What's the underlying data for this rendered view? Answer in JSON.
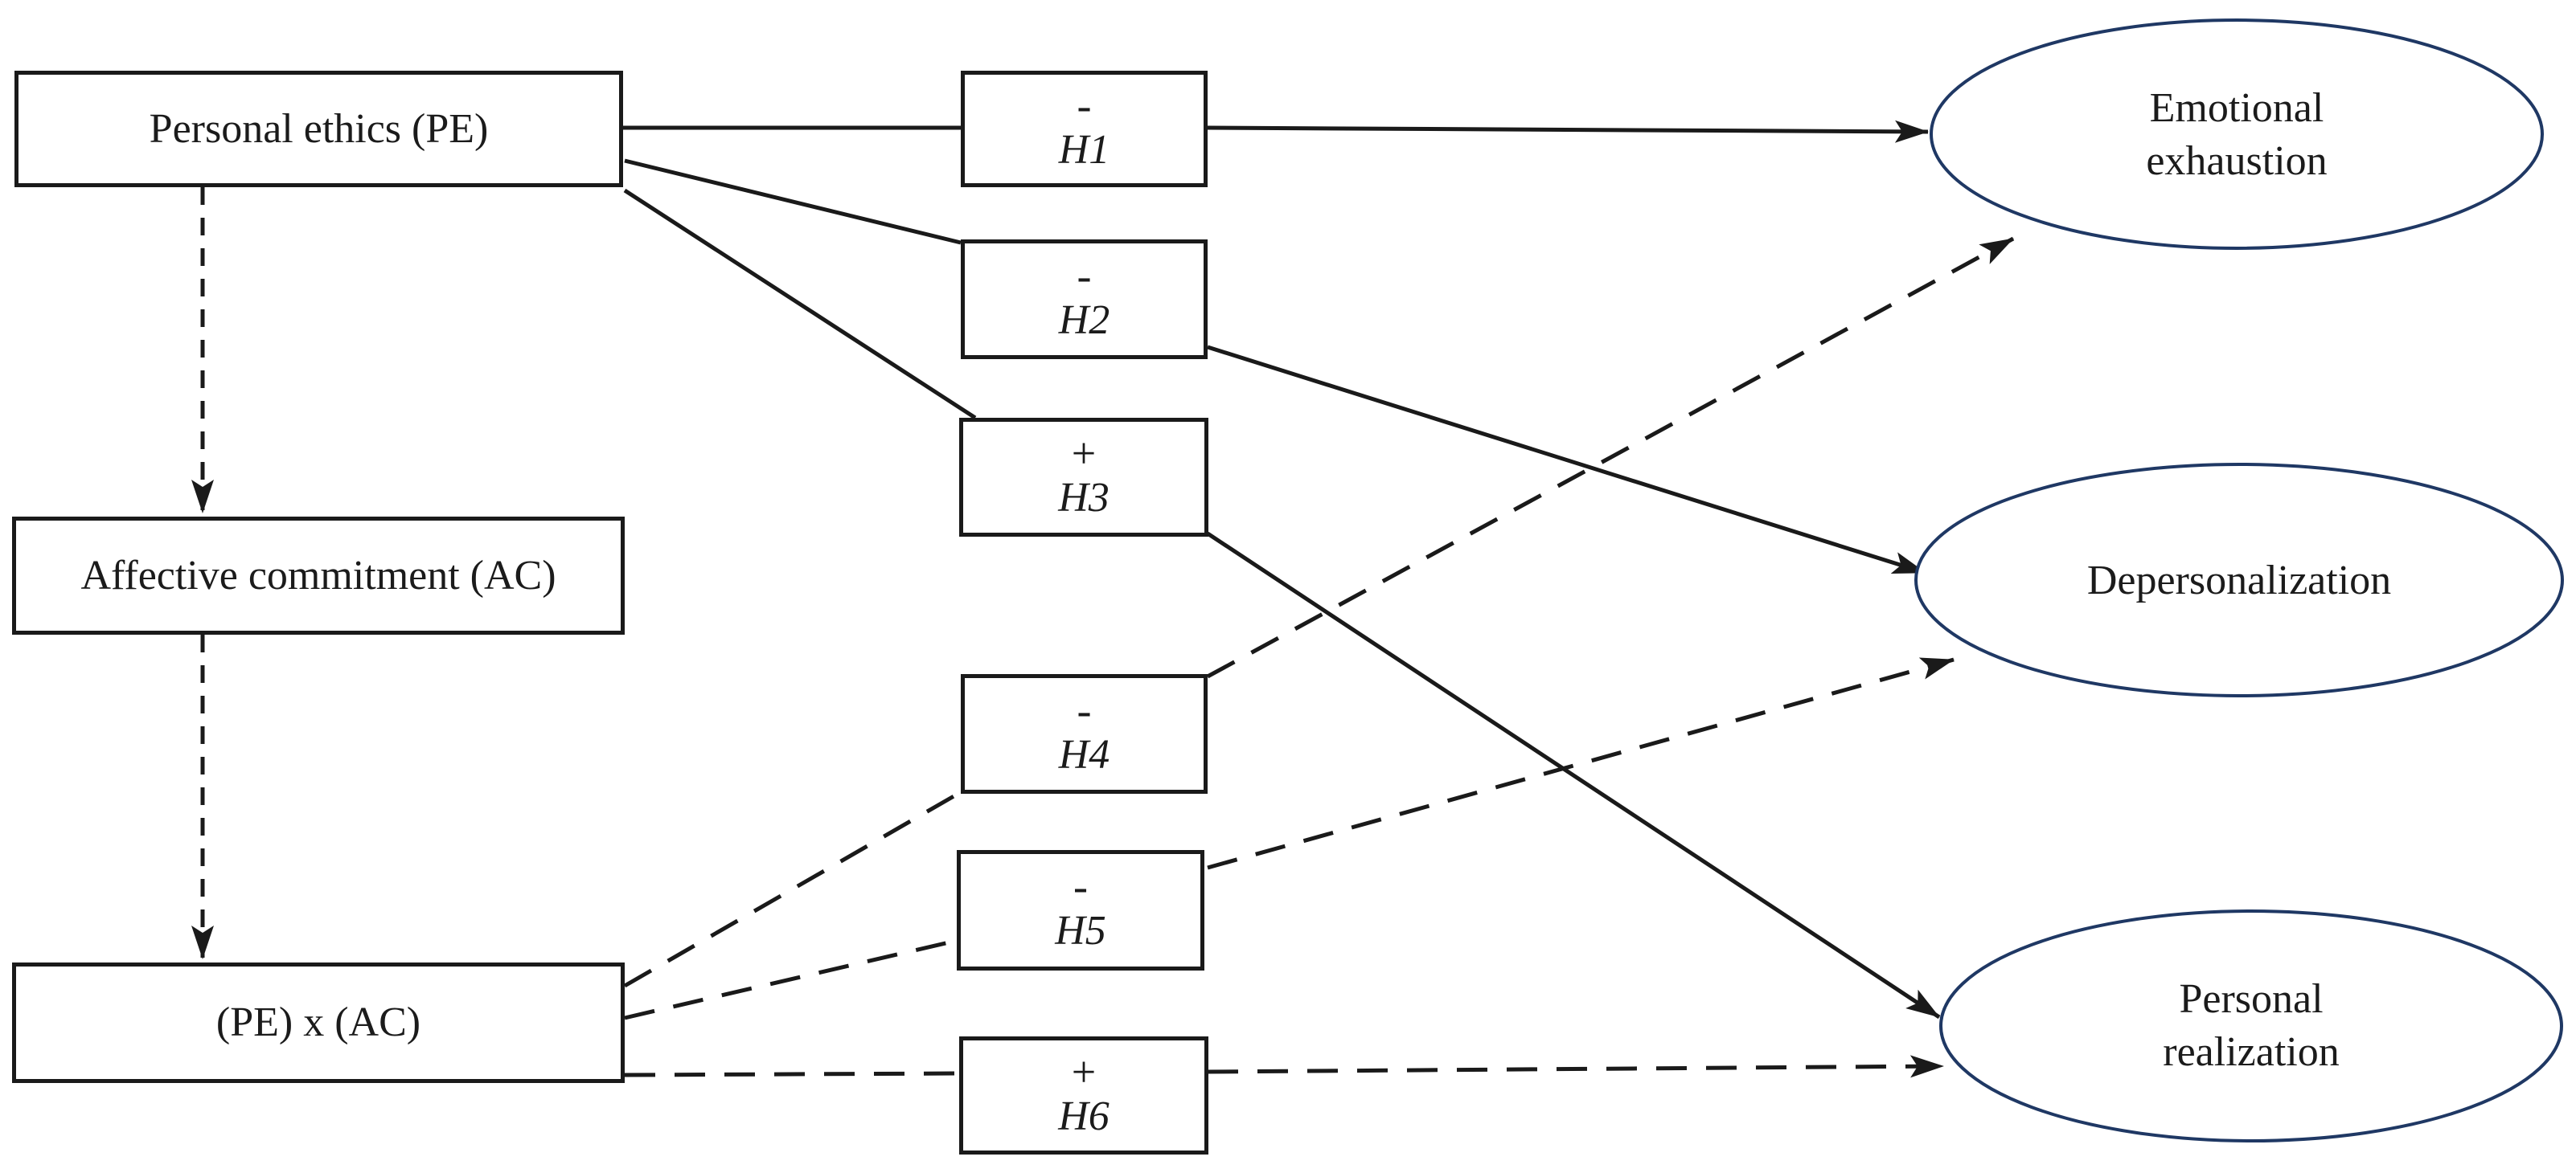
{
  "diagram": {
    "type": "hypothesis-path-model",
    "predictors": [
      {
        "id": "pe",
        "label": "Personal ethics (PE)"
      },
      {
        "id": "ac",
        "label": "Affective commitment (AC)"
      },
      {
        "id": "pexac",
        "label": "(PE) x (AC)"
      }
    ],
    "hypotheses": [
      {
        "id": "h1",
        "sign": "-",
        "label": "H1"
      },
      {
        "id": "h2",
        "sign": "-",
        "label": "H2"
      },
      {
        "id": "h3",
        "sign": "+",
        "label": "H3"
      },
      {
        "id": "h4",
        "sign": "-",
        "label": "H4"
      },
      {
        "id": "h5",
        "sign": "-",
        "label": "H5"
      },
      {
        "id": "h6",
        "sign": "+",
        "label": "H6"
      }
    ],
    "outcomes": [
      {
        "id": "emotional-exhaustion",
        "lines": [
          "Emotional",
          "exhaustion"
        ]
      },
      {
        "id": "depersonalization",
        "lines": [
          "Depersonalization"
        ]
      },
      {
        "id": "personal-realization",
        "lines": [
          "Personal",
          "realization"
        ]
      }
    ],
    "paths": [
      {
        "from": "pe",
        "through": "h1",
        "to": "emotional-exhaustion",
        "style": "solid",
        "sign": "-"
      },
      {
        "from": "pe",
        "through": "h2",
        "to": "depersonalization",
        "style": "solid",
        "sign": "-"
      },
      {
        "from": "pe",
        "through": "h3",
        "to": "personal-realization",
        "style": "solid",
        "sign": "+"
      },
      {
        "from": "pe",
        "through": null,
        "to": "ac",
        "style": "dashed",
        "sign": null
      },
      {
        "from": "ac",
        "through": null,
        "to": "pexac",
        "style": "dashed",
        "sign": null
      },
      {
        "from": "pexac",
        "through": "h4",
        "to": "emotional-exhaustion",
        "style": "dashed",
        "sign": "-"
      },
      {
        "from": "pexac",
        "through": "h5",
        "to": "depersonalization",
        "style": "dashed",
        "sign": "-"
      },
      {
        "from": "pexac",
        "through": "h6",
        "to": "personal-realization",
        "style": "dashed",
        "sign": "+"
      }
    ],
    "colors": {
      "background": "#ffffff",
      "box_stroke": "#1a1a1a",
      "connector": "#1a1a1a",
      "outcome_ellipse_stroke": "#1f3864",
      "text": "#1b1b1b"
    }
  }
}
